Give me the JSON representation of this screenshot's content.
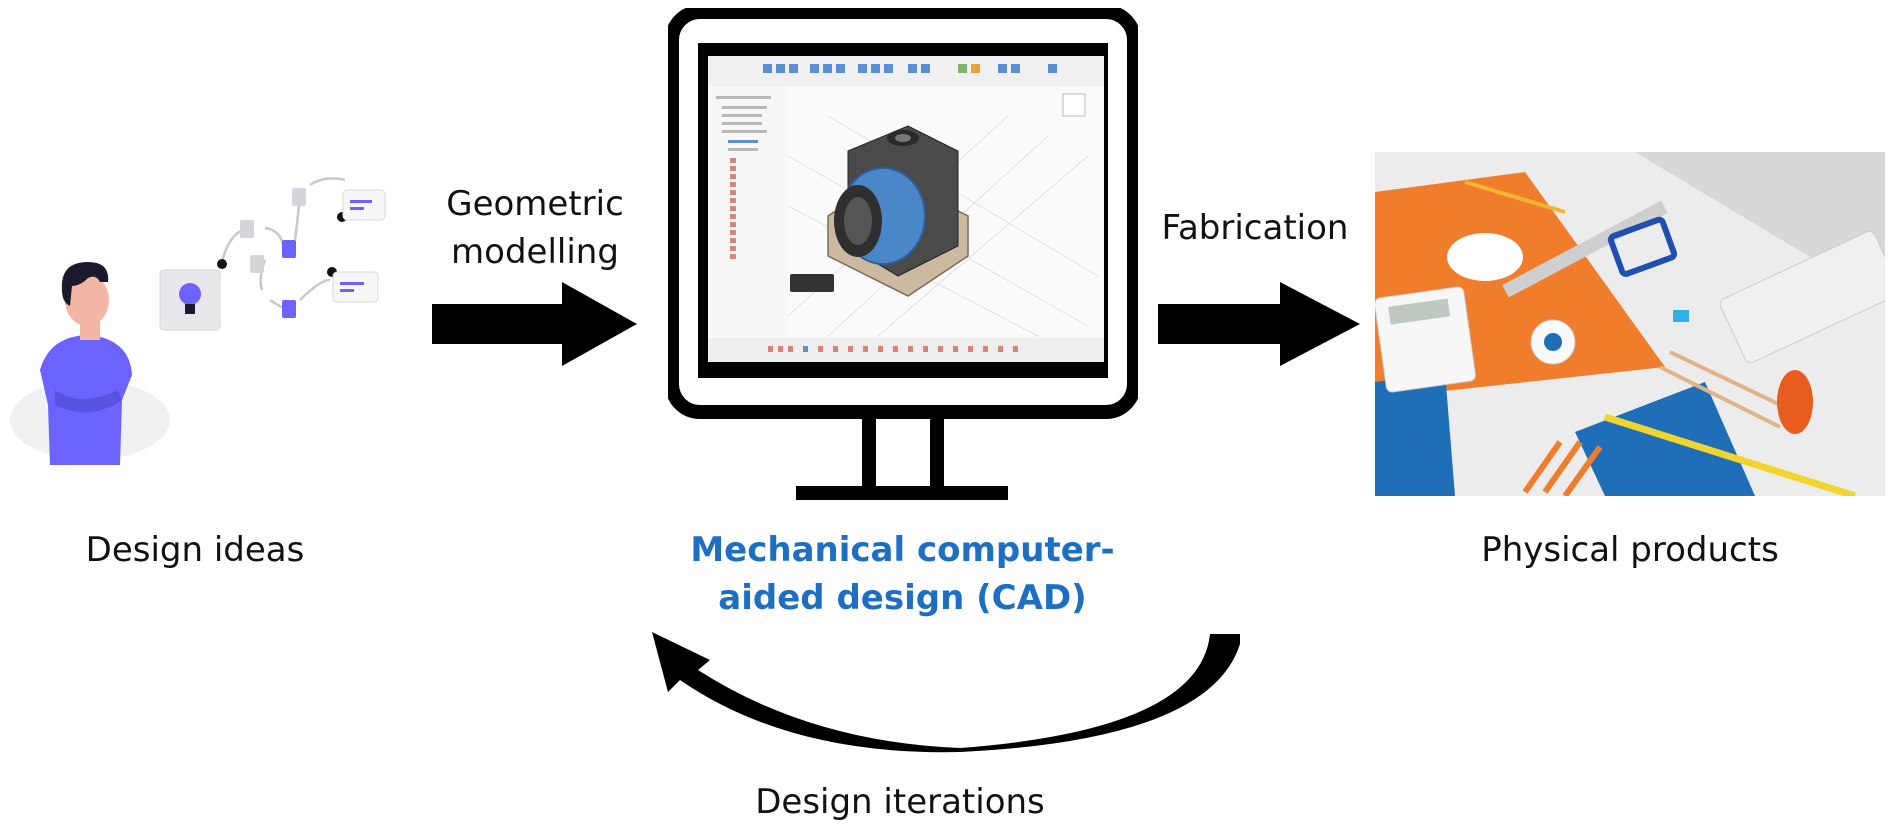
{
  "steps": {
    "ideas": {
      "label": "Design ideas"
    },
    "geometric": {
      "label_line1": "Geometric",
      "label_line2": "modelling"
    },
    "cad": {
      "label_line1": "Mechanical computer-",
      "label_line2": "aided design (CAD)"
    },
    "fabrication": {
      "label": "Fabrication"
    },
    "products": {
      "label": "Physical products"
    },
    "iterations": {
      "label": "Design iterations"
    }
  },
  "colors": {
    "accent": "#1e6fc2",
    "person_shirt": "#6c63ff",
    "skin": "#f5b7a5",
    "hair": "#1a1a2e",
    "orange": "#f07d2b",
    "blue_part": "#4a86c8"
  }
}
